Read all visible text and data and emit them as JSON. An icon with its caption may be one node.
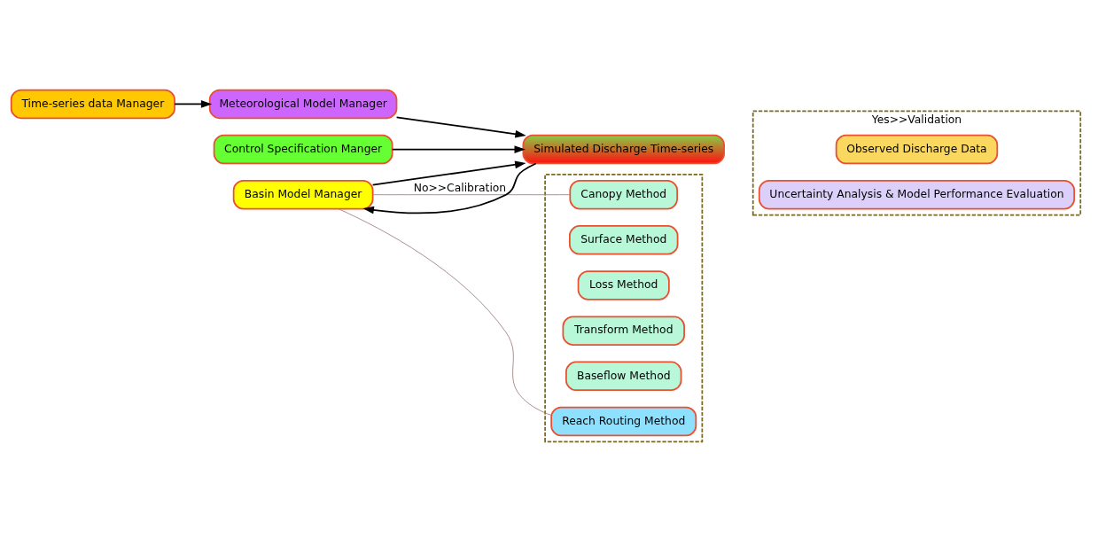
{
  "diagram": {
    "nodes": [
      {
        "text": [
          "Time-series data Manager"
        ]
      },
      {
        "text": [
          "Meteorological Model Manager"
        ]
      },
      {
        "text": [
          "Control Specification Manger"
        ]
      },
      {
        "text": [
          "Basin Model Manager"
        ]
      },
      {
        "text": [],
        "shape": "box"
      },
      {
        "text": [
          "Canopy Method"
        ],
        "in": 4
      },
      {
        "text": [
          "Surface Method"
        ],
        "in": 4
      },
      {
        "text": [
          "Loss Method"
        ],
        "in": 4
      },
      {
        "text": [
          "Transform Method"
        ],
        "in": 4
      },
      {
        "text": [
          "Baseflow Method"
        ],
        "in": 4
      },
      {
        "text": [
          "Reach Routing Method"
        ],
        "in": 4
      },
      {
        "text": [
          "Simulated Discharge Time-series"
        ]
      },
      {
        "text": [
          "Yes>>Validation"
        ]
      },
      {
        "text": [
          "Observed Discharge Data"
        ],
        "in": 12
      },
      {
        "text": [
          "Uncertainty Analysis & Model Performance Evaluation"
        ],
        "in": 12
      }
    ],
    "edges": [
      {
        "from": 0,
        "to": 1,
        "arrow": "to"
      },
      {
        "from": 1,
        "to": 11,
        "arrow": "to"
      },
      {
        "from": 2,
        "to": 11,
        "arrow": "to"
      },
      {
        "from": 3,
        "to": 11,
        "arrow": "to"
      },
      {
        "from": 11,
        "to": 3,
        "arrow": "to",
        "label": "No>>Calibration"
      },
      {
        "from": 3,
        "to": 5,
        "arrow": "none",
        "color": "#a08080"
      },
      {
        "from": 3,
        "to": 10,
        "arrow": "none",
        "color": "#a08080"
      }
    ]
  }
}
